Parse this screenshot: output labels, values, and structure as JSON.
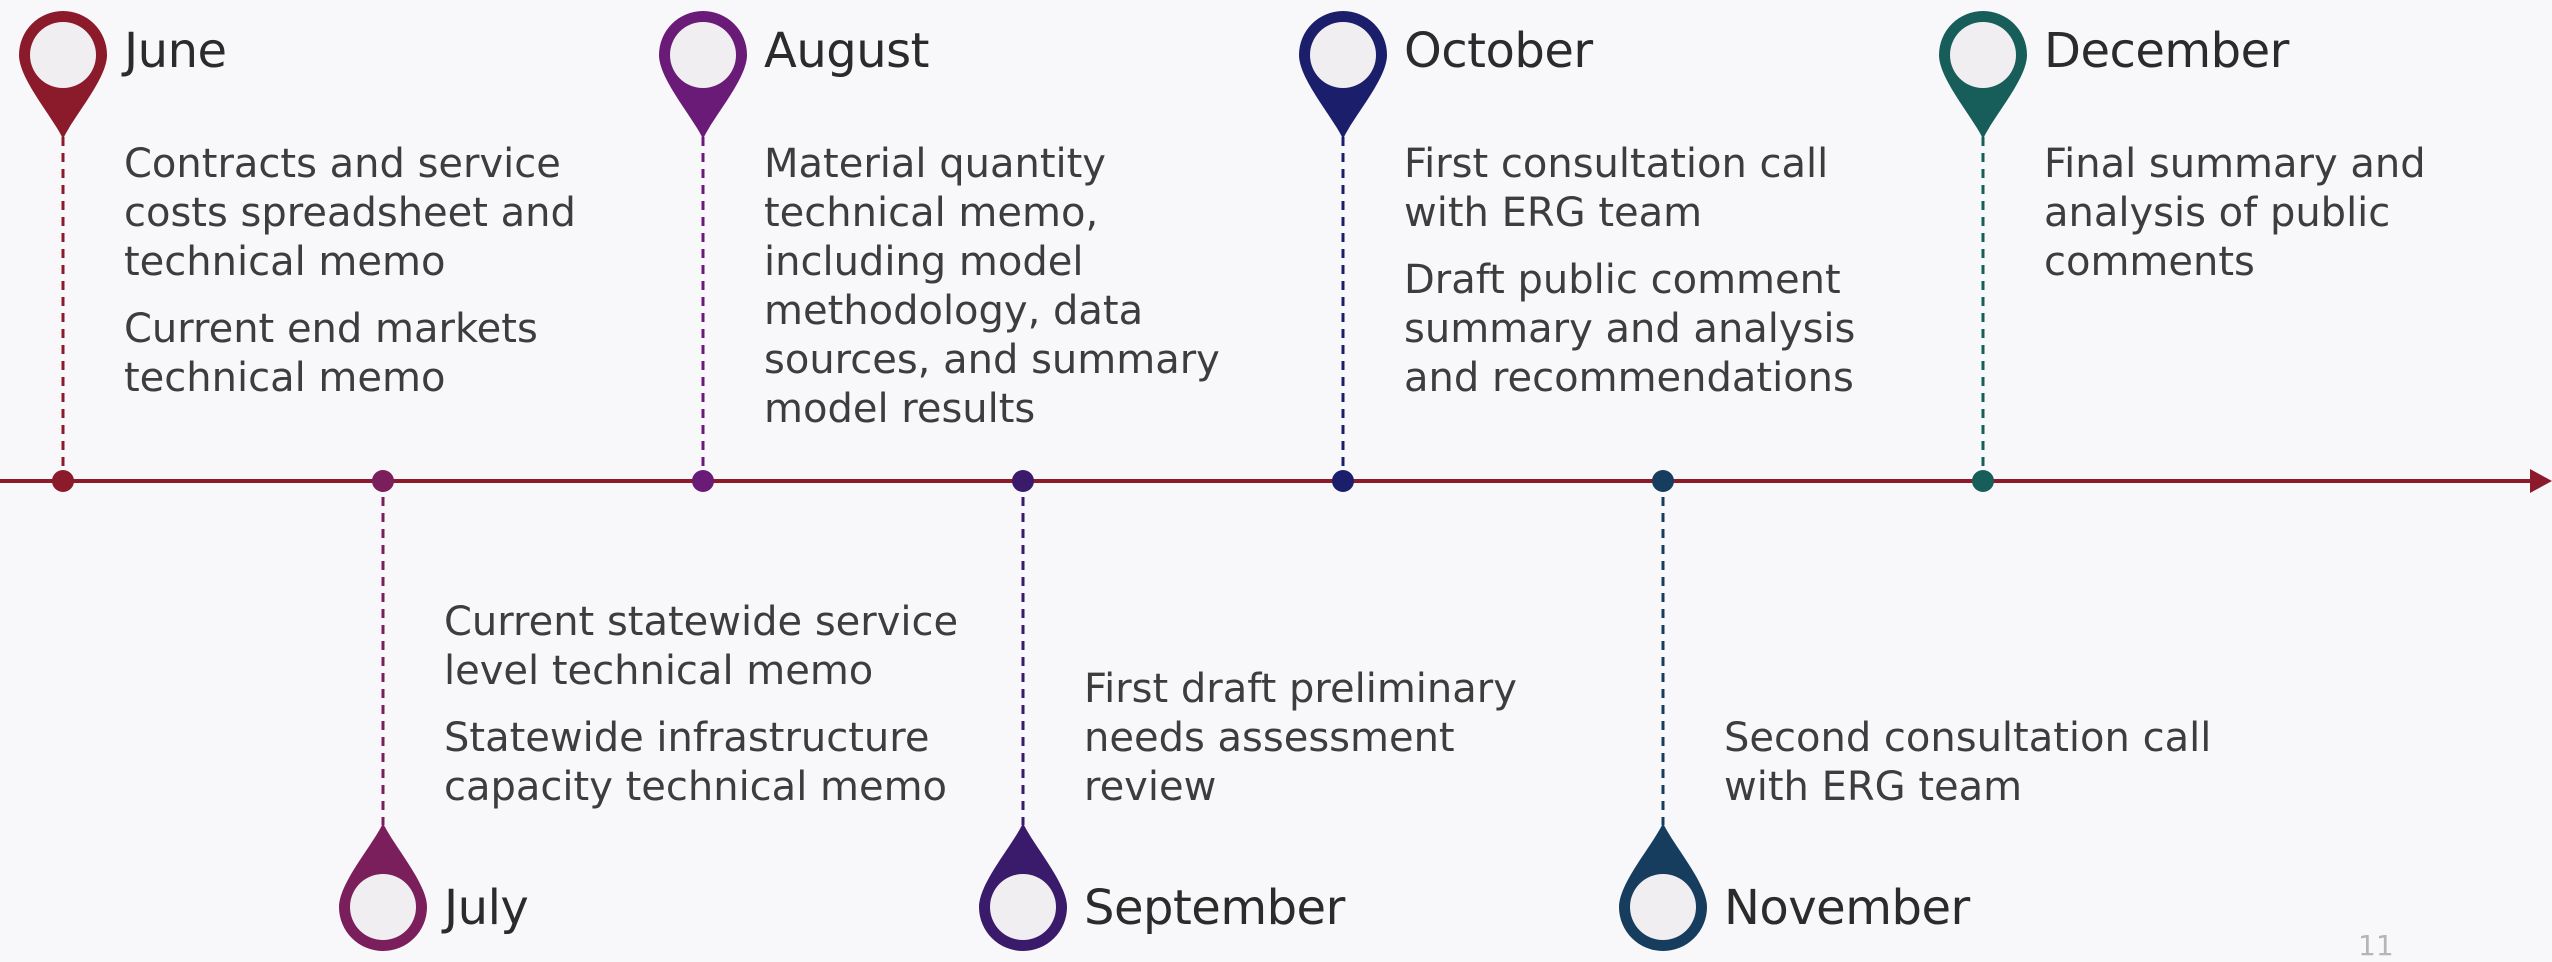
{
  "timeline": {
    "line_color": "#8b1a2b",
    "milestones": [
      {
        "month": "June",
        "color": "#8b1a2b",
        "position": "above",
        "items": [
          "Contracts and service\ncosts spreadsheet and\ntechnical memo",
          "Current end markets\ntechnical memo"
        ]
      },
      {
        "month": "July",
        "color": "#7b1e5c",
        "position": "below",
        "items": [
          "Current statewide service\nlevel technical memo",
          "Statewide infrastructure\ncapacity technical memo"
        ]
      },
      {
        "month": "August",
        "color": "#6a1b78",
        "position": "above",
        "items": [
          "Material quantity\ntechnical memo,\nincluding model\nmethodology, data\nsources, and summary\nmodel results"
        ]
      },
      {
        "month": "September",
        "color": "#3a1a6b",
        "position": "below",
        "items": [
          "First draft preliminary\nneeds assessment\nreview"
        ]
      },
      {
        "month": "October",
        "color": "#1b1f6b",
        "position": "above",
        "items": [
          "First consultation call\nwith ERG team",
          "Draft public comment\nsummary and analysis\nand recommendations"
        ]
      },
      {
        "month": "November",
        "color": "#173d5e",
        "position": "below",
        "items": [
          "Second consultation call\nwith ERG team"
        ]
      },
      {
        "month": "December",
        "color": "#175e5a",
        "position": "above",
        "items": [
          "Final summary and\nanalysis of public\ncomments"
        ]
      }
    ]
  },
  "page_number": "11"
}
